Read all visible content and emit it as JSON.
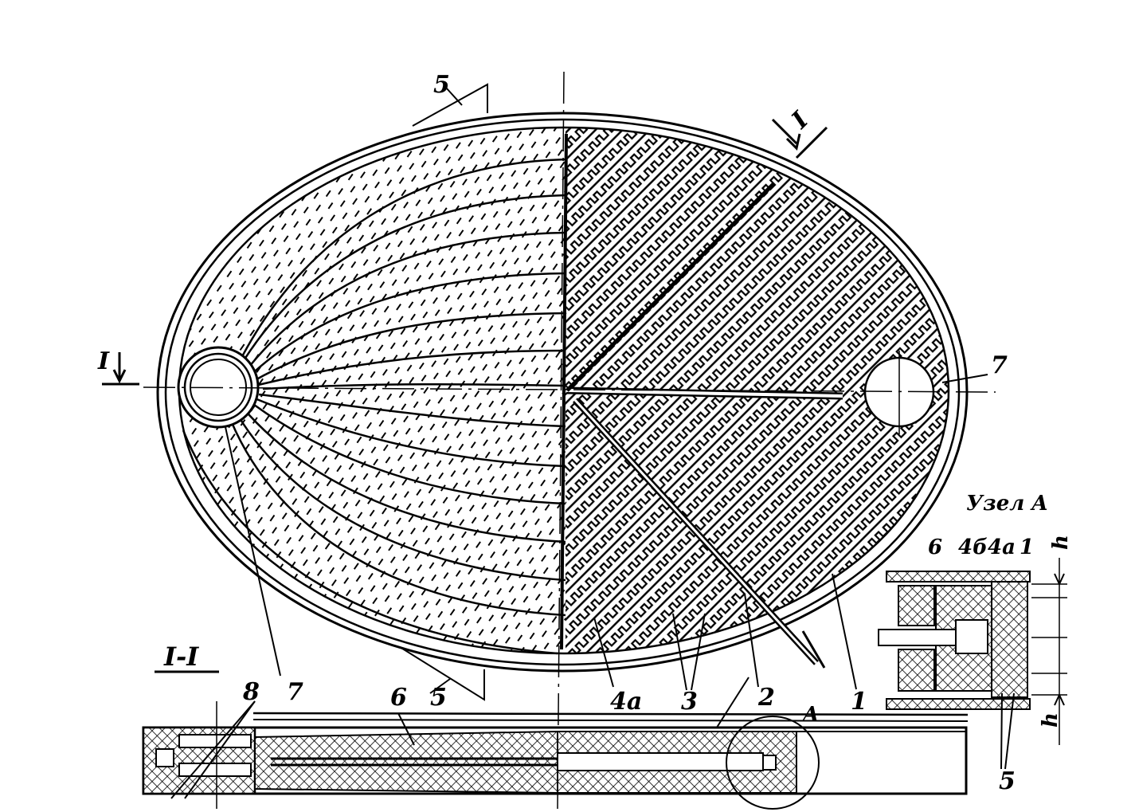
{
  "labels": {
    "left_top_5": "5",
    "section_mark_top": "I",
    "section_mark_left": "I",
    "collector_right_7": "7",
    "detail_title": "Узел A",
    "detail_6": "6",
    "detail_4b": "4б",
    "detail_4a": "4а",
    "detail_1": "1",
    "detail_h_top": "h",
    "detail_h_bottom": "h",
    "detail_5": "5",
    "section_title": "I-I",
    "sec_8": "8",
    "sec_6": "6",
    "sec_2": "2",
    "sec_A": "A",
    "bottom_7": "7",
    "bottom_5": "5",
    "bottom_4a": "4а",
    "bottom_3": "3",
    "bottom_2": "2",
    "bottom_1": "1"
  },
  "colors": {
    "ink": "#000000",
    "paper": "#ffffff"
  }
}
